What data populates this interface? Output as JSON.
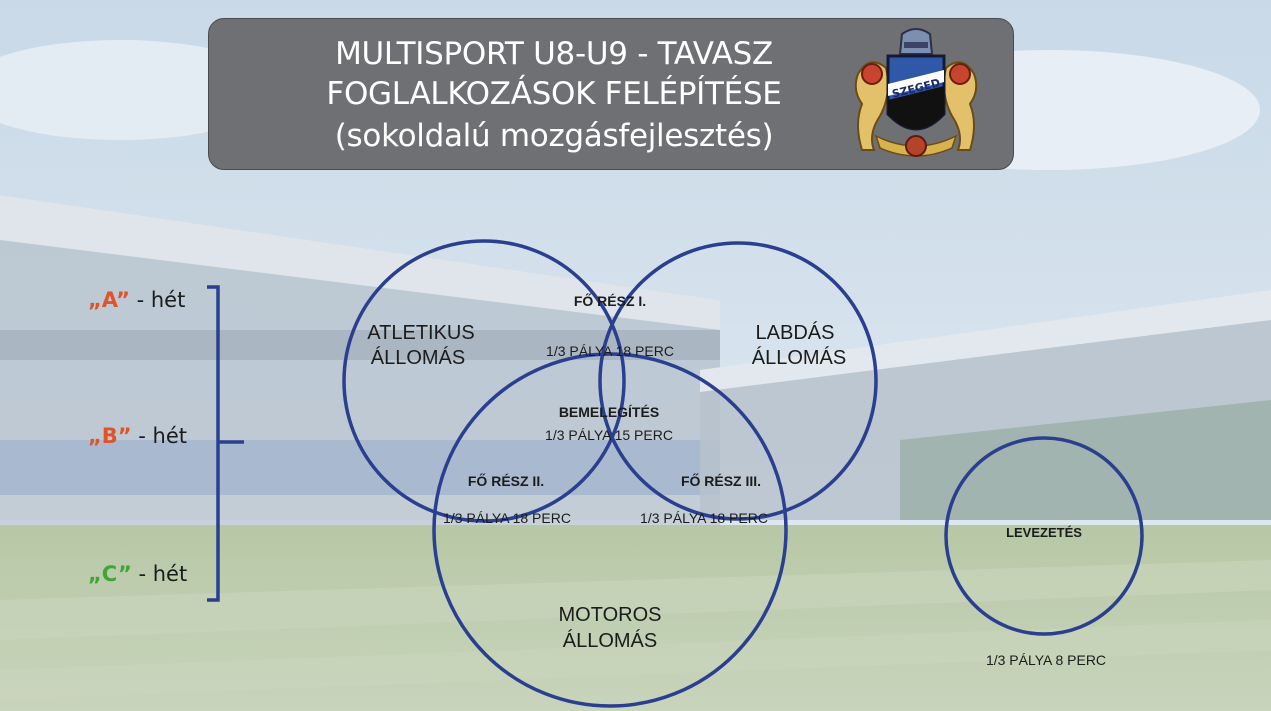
{
  "title": {
    "line1": "MULTISPORT U8-U9 - TAVASZ",
    "line2": "FOGLALKOZÁSOK FELÉPÍTÉSE",
    "line3": "(sokoldalú mozgásfejlesztés)"
  },
  "crest": {
    "text": "SZEGED"
  },
  "weeks": [
    {
      "label": "„A”",
      "suffix": " - hét",
      "color": "#e0542a"
    },
    {
      "label": "„B”",
      "suffix": " - hét",
      "color": "#e0542a"
    },
    {
      "label": "„C”",
      "suffix": " - hét",
      "color": "#3fa535"
    }
  ],
  "circles": {
    "atletikus": {
      "line1": "ATLETIKUS",
      "line2": "ÁLLOMÁS"
    },
    "labdas": {
      "line1": "LABDÁS",
      "line2": "ÁLLOMÁS"
    },
    "motoros": {
      "line1": "MOTOROS",
      "line2": "ÁLLOMÁS"
    },
    "levezetes": {
      "title": "LEVEZETÉS",
      "detail": "1/3 PÁLYA  8 PERC"
    }
  },
  "regions": {
    "fo_resz_1": {
      "title": "FŐ RÉSZ I.",
      "detail": "1/3 PÁLYA 18 PERC"
    },
    "bemelegites": {
      "title": "BEMELEGÍTÉS",
      "detail": "1/3 PÁLYA 15 PERC"
    },
    "fo_resz_2": {
      "title": "FŐ RÉSZ II.",
      "detail": "1/3 PÁLYA 18 PERC"
    },
    "fo_resz_3": {
      "title": "FŐ RÉSZ III.",
      "detail": "1/3 PÁLYA 18 PERC"
    }
  },
  "colors": {
    "circle_stroke": "#2a3f8f",
    "title_box": "#6f7073",
    "text": "#1c1c1c"
  }
}
